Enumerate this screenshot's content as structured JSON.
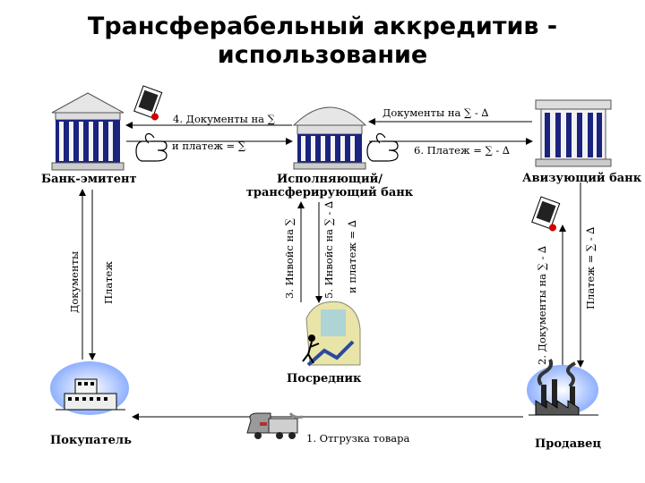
{
  "title_line1": "Трансферабельный аккредитив -",
  "title_line2": "использование",
  "nodes": {
    "issuing_bank": "Банк-эмитент",
    "executing_bank_line1": "Исполняющий/",
    "executing_bank_line2": "трансферирующий банк",
    "advising_bank": "Авизующий банк",
    "intermediary": "Посредник",
    "buyer": "Покупатель",
    "seller": "Продавец"
  },
  "flows": {
    "docs_to_issuer": "4. Документы на ∑",
    "payment_issuer": "и платеж = ∑",
    "docs_from_advising": "Документы на ∑ - ∆",
    "payment_to_advising": "6. Платеж = ∑ - ∆",
    "docs_buyer": "Документы",
    "payment_buyer": "Платеж",
    "invoice_3": "3. Инвойс на ∑",
    "invoice_5": "5. Инвойс на ∑ - ∆",
    "invoice_5_payment": "и платеж = ∆",
    "docs_2": "2. Документы на ∑ - ∆",
    "payment_seller": "Платеж = ∑ - ∆",
    "shipment": "1. Отгрузка товара"
  },
  "icons": [
    "bank-building-icon",
    "document-stamp-icon",
    "hand-pointing-icon",
    "factory-icon",
    "office-building-icon",
    "truck-icon",
    "person-intermediary-icon"
  ],
  "colors": {
    "bank_column": "#1a237e",
    "text": "#000000",
    "roof": "#e6e6e6"
  }
}
